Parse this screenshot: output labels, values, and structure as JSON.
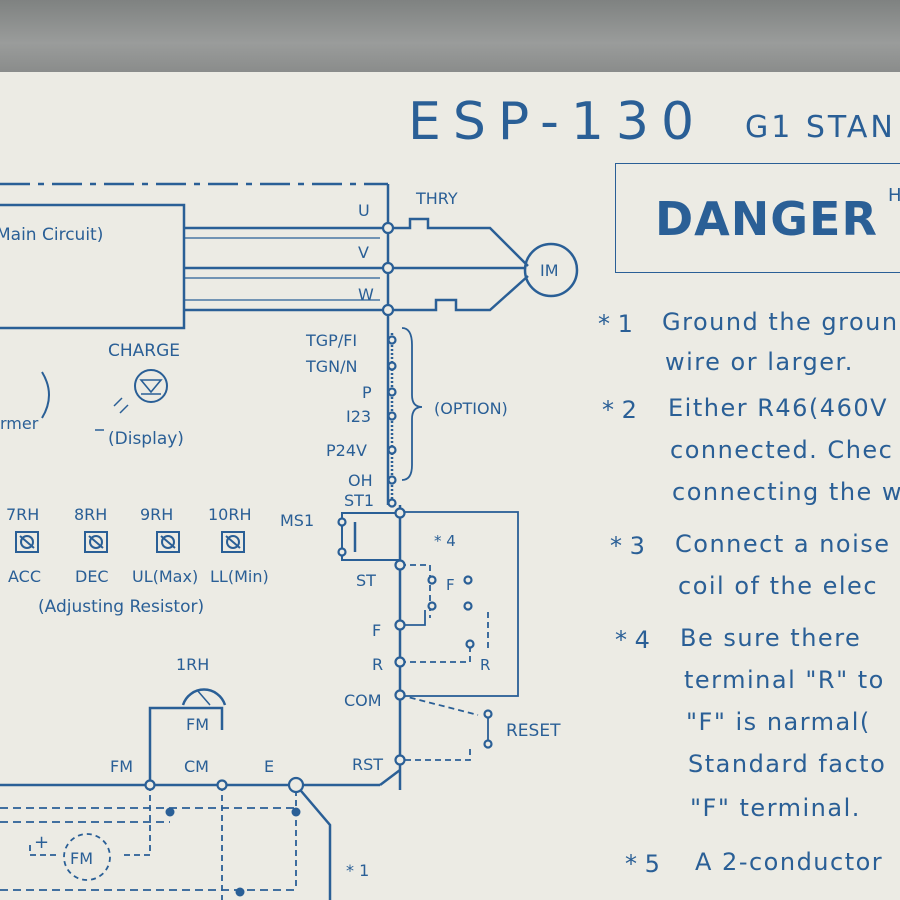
{
  "header": {
    "title": "ESP-130",
    "subtitle": "G1 STAN",
    "danger": "DANGER",
    "danger_extra": "H"
  },
  "circuit": {
    "main_circuit": "Main Circuit)",
    "charge": "CHARGE",
    "display": "(Display)",
    "former": "rmer",
    "motor": "IM",
    "thr": "THRY",
    "terminals_main": [
      "U",
      "V",
      "W"
    ],
    "terminals_ctrl": [
      "TGP/FI",
      "TGN/N",
      "P",
      "I23",
      "P24V",
      "OH",
      "ST1"
    ],
    "option": "(OPTION)",
    "ms1": "MS1",
    "st": "ST",
    "f": "F",
    "r": "R",
    "com": "COM",
    "rst": "RST",
    "reset": "RESET",
    "star4": "* 4",
    "star1": "* 1",
    "f_contact": "F",
    "r_contact": "R",
    "resistor_ids": [
      "7RH",
      "8RH",
      "9RH",
      "10RH"
    ],
    "resistor_labels": [
      "ACC",
      "DEC",
      "UL(Max)",
      "LL(Min)"
    ],
    "adjusting": "(Adjusting Resistor)",
    "rh1": "1RH",
    "fm_meter": "FM",
    "fm": "FM",
    "cm": "CM",
    "e": "E",
    "fm_circle": "FM",
    "plus": "+"
  },
  "notes": [
    {
      "num": "* 1",
      "lines": [
        "Ground the groun",
        "wire or larger."
      ]
    },
    {
      "num": "* 2",
      "lines": [
        "Either R46(460V",
        "connected. Chec",
        "connecting the w"
      ]
    },
    {
      "num": "* 3",
      "lines": [
        "Connect a noise",
        "coil of the elec"
      ]
    },
    {
      "num": "* 4",
      "lines": [
        "Be sure there",
        "terminal \"R\" to",
        "\"F\" is narmal(",
        "Standard facto",
        "\"F\" terminal."
      ]
    },
    {
      "num": "* 5",
      "lines": [
        "A 2-conductor"
      ]
    }
  ],
  "colors": {
    "ink": "#2a5f96",
    "plate": "#ecebe4",
    "metal": "#8d8f8e"
  }
}
